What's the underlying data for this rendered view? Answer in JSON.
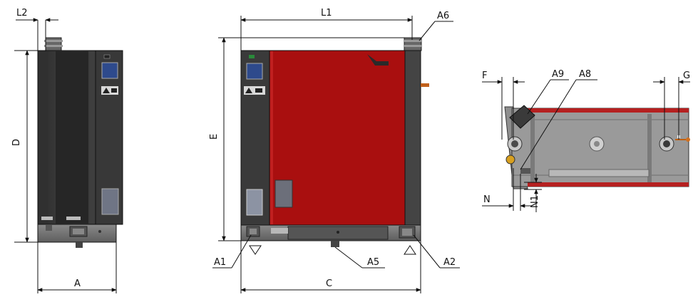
{
  "labels": {
    "l2": "L2",
    "l1": "L1",
    "d": "D",
    "e": "E",
    "a": "A",
    "c": "C",
    "a1": "A1",
    "a2": "A2",
    "a5": "A5",
    "a6": "A6",
    "a8": "A8",
    "a9": "A9",
    "f": "F",
    "g": "G",
    "n": "N",
    "n1": "N1"
  },
  "colors": {
    "panel_dark": "#3a3a3a",
    "panel_red": "#a90f0f",
    "base_grey": "#7f7f7f",
    "display_blue": "#2e4a8c",
    "top_view_grey": "#9a9a9a",
    "accent_orange": "#d07020"
  }
}
